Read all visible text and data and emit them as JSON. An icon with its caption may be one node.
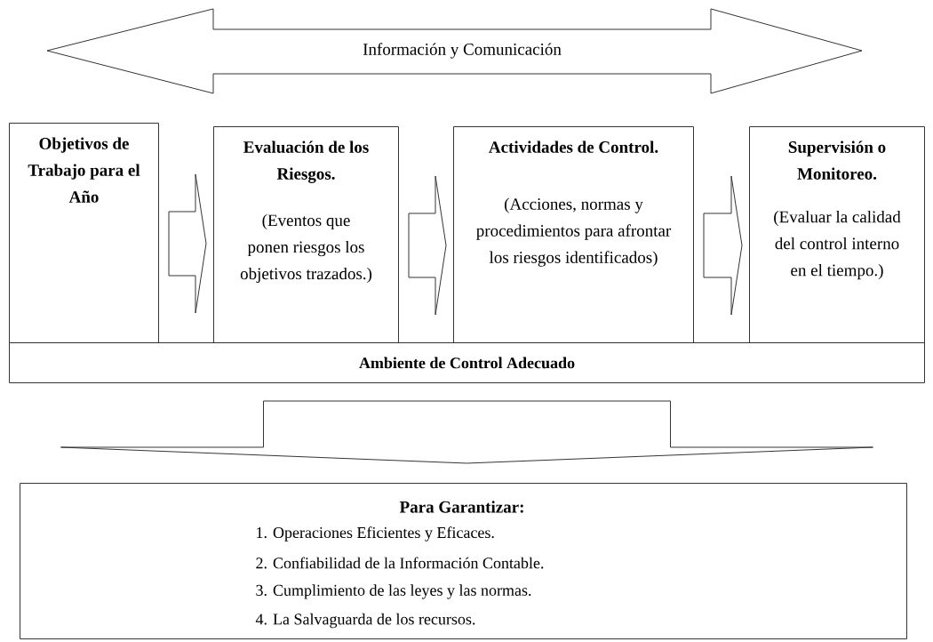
{
  "diagram": {
    "nodes": [
      {
        "text": [
          "Información y Comunicación"
        ]
      },
      {
        "text": [
          "Objetivos de Trabajo para el Año"
        ]
      },
      {
        "text": [
          "Evaluación de los Riesgos.",
          "(Eventos que ponen riesgos los objetivos trazados.)"
        ]
      },
      {
        "text": [
          "Actividades de Control.",
          "(Acciones, normas y procedimientos para afrontar los riesgos identificados)"
        ]
      },
      {
        "text": [
          "Supervisión o Monitoreo.",
          "(Evaluar la calidad del control interno en el tiempo.)"
        ]
      },
      {
        "text": [
          "Ambiente de Control Adecuado"
        ]
      },
      {
        "text": [
          "Para Garantizar:",
          "1. Operaciones Eficientes y Eficaces.",
          "2. Confiabilidad de la Información Contable.",
          "3. Cumplimiento de las leyes y las normas.",
          "4. La Salvaguarda de los recursos."
        ]
      }
    ],
    "edges": [
      {
        "from": 1,
        "to": 2,
        "arrow": "to"
      },
      {
        "from": 2,
        "to": 3,
        "arrow": "to"
      },
      {
        "from": 3,
        "to": 4,
        "arrow": "to"
      },
      {
        "from": 5,
        "to": 6,
        "arrow": "to"
      }
    ]
  }
}
